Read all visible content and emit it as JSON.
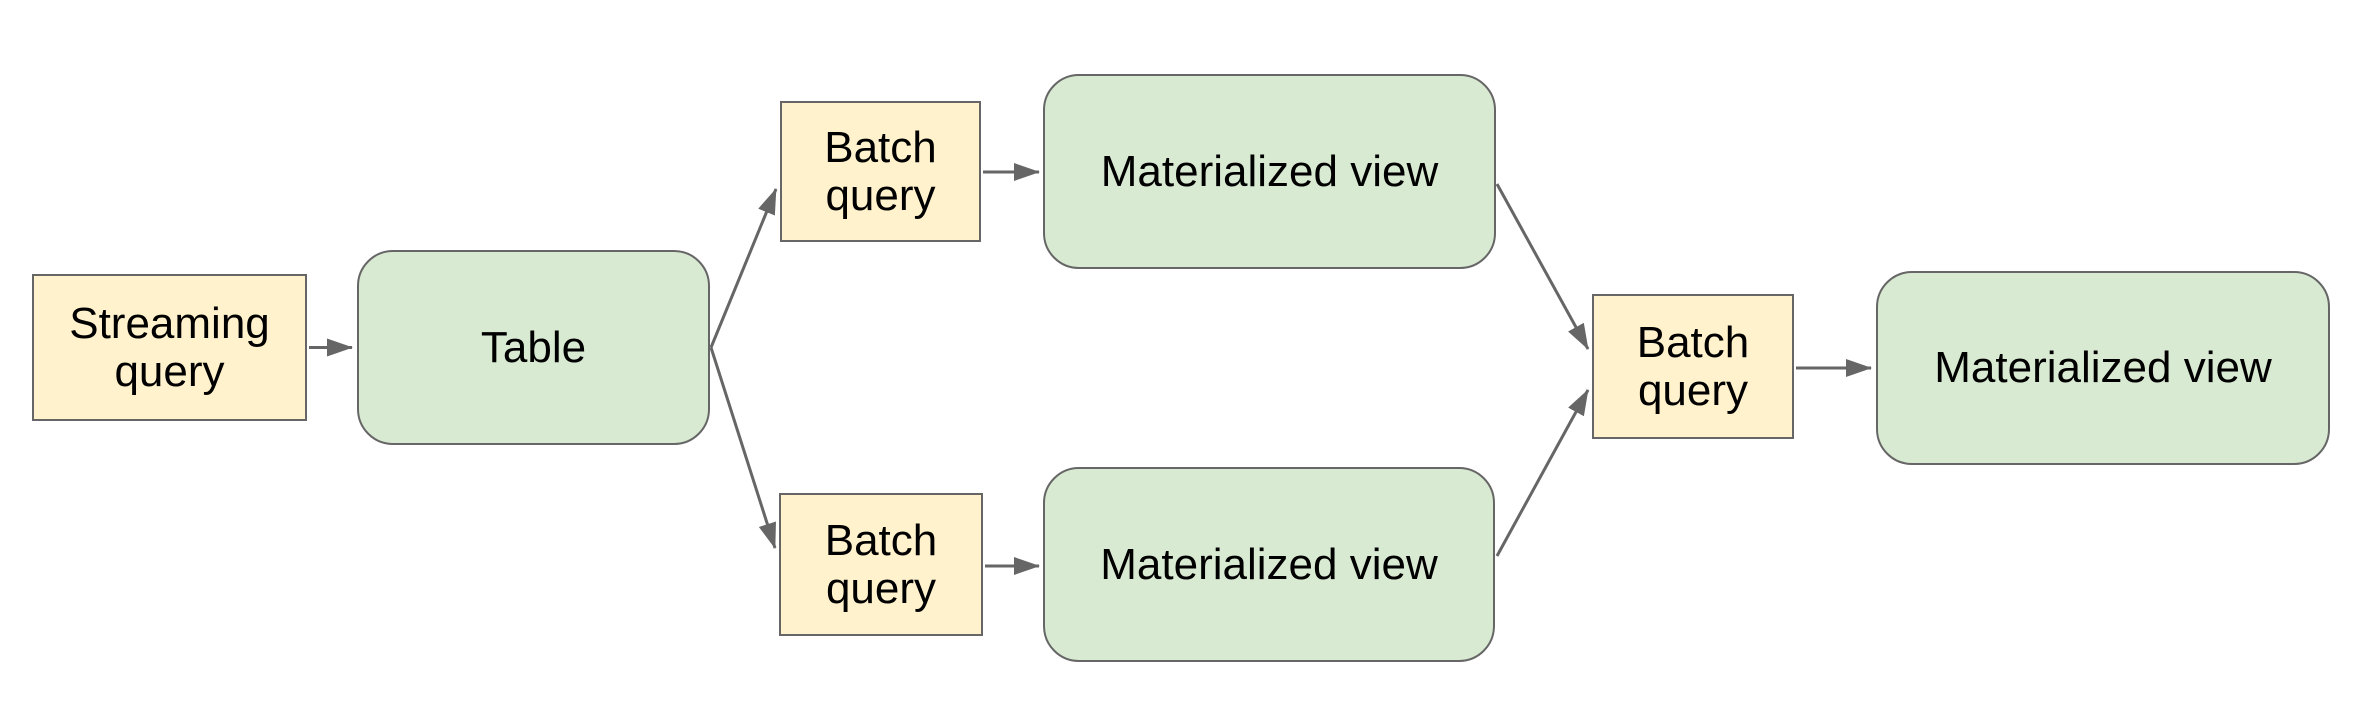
{
  "diagram": {
    "colors": {
      "background": "#ffffff",
      "query_fill": "#fff2cc",
      "view_fill": "#d9ead3",
      "border": "#666666",
      "arrow": "#666666",
      "text": "#000000"
    },
    "nodes": [
      {
        "id": "streaming-query",
        "label": "Streaming query",
        "shape": "rectangle"
      },
      {
        "id": "table",
        "label": "Table",
        "shape": "rounded-rectangle"
      },
      {
        "id": "batch-query-top",
        "label": "Batch query",
        "shape": "rectangle"
      },
      {
        "id": "materialized-view-top",
        "label": "Materialized view",
        "shape": "rounded-rectangle"
      },
      {
        "id": "batch-query-bottom",
        "label": "Batch query",
        "shape": "rectangle"
      },
      {
        "id": "materialized-view-bottom",
        "label": "Materialized view",
        "shape": "rounded-rectangle"
      },
      {
        "id": "batch-query-right",
        "label": "Batch query",
        "shape": "rectangle"
      },
      {
        "id": "materialized-view-final",
        "label": "Materialized view",
        "shape": "rounded-rectangle"
      }
    ],
    "edges": [
      {
        "from": "streaming-query",
        "to": "table"
      },
      {
        "from": "table",
        "to": "batch-query-top"
      },
      {
        "from": "table",
        "to": "batch-query-bottom"
      },
      {
        "from": "batch-query-top",
        "to": "materialized-view-top"
      },
      {
        "from": "batch-query-bottom",
        "to": "materialized-view-bottom"
      },
      {
        "from": "materialized-view-top",
        "to": "batch-query-right"
      },
      {
        "from": "materialized-view-bottom",
        "to": "batch-query-right"
      },
      {
        "from": "batch-query-right",
        "to": "materialized-view-final"
      }
    ]
  }
}
